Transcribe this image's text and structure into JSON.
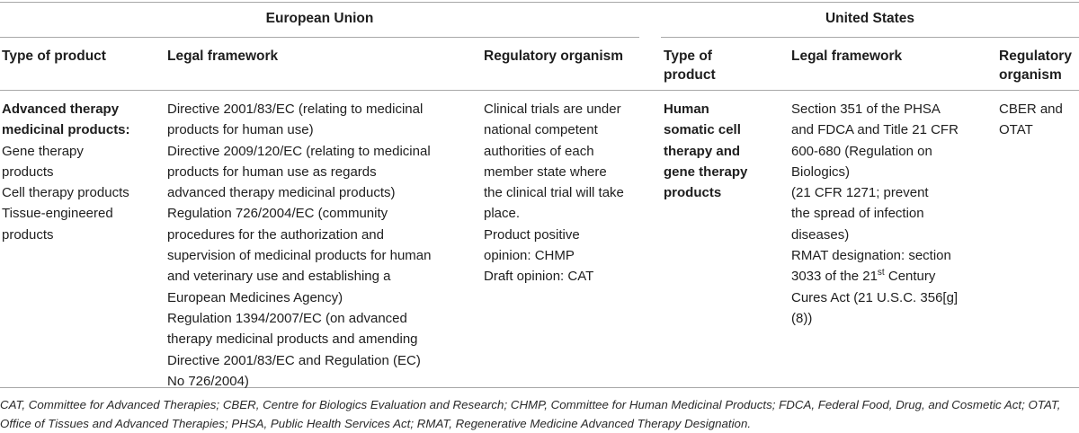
{
  "groups": {
    "eu": "European Union",
    "us": "United States"
  },
  "headers": {
    "eu_type": "Type of product",
    "eu_legal": "Legal framework",
    "eu_reg": "Regulatory organism",
    "us_type_1": "Type of",
    "us_type_2": "product",
    "us_legal": "Legal framework",
    "us_reg_1": "Regulatory",
    "us_reg_2": "organism"
  },
  "row": {
    "eu_type": {
      "bold_1": "Advanced therapy",
      "bold_2": "medicinal products:",
      "lines": [
        "Gene therapy",
        "products",
        "Cell therapy products",
        "Tissue-engineered",
        "products"
      ]
    },
    "eu_legal": [
      "Directive 2001/83/EC (relating to medicinal",
      "products for human use)",
      "Directive 2009/120/EC (relating to medicinal",
      "products for human use as regards",
      "advanced therapy medicinal products)",
      "Regulation 726/2004/EC (community",
      "procedures for the authorization and",
      "supervision of medicinal products for human",
      "and veterinary use and establishing a",
      "European Medicines Agency)",
      "Regulation 1394/2007/EC (on advanced",
      "therapy medicinal products and amending",
      "Directive 2001/83/EC and Regulation (EC)",
      "No 726/2004)"
    ],
    "eu_reg": [
      "Clinical trials are under",
      "national competent",
      "authorities of each",
      "member state where",
      "the clinical trial will take",
      "place.",
      "Product positive",
      "opinion: CHMP",
      "Draft opinion: CAT"
    ],
    "us_type": [
      "Human",
      "somatic cell",
      "therapy and",
      "gene therapy",
      "products"
    ],
    "us_legal": {
      "lines_before": [
        "Section 351 of the PHSA",
        "and FDCA and Title 21 CFR",
        "600-680 (Regulation on",
        "Biologics)",
        "(21 CFR 1271; prevent",
        "the spread of infection",
        "diseases)",
        "RMAT designation: section"
      ],
      "sup_pre": "3033 of the 21",
      "sup": "st",
      "sup_post": " Century",
      "lines_after": [
        "Cures Act (21 U.S.C. 356[g]",
        "(8))"
      ]
    },
    "us_reg": [
      "CBER and",
      "OTAT"
    ]
  },
  "footnote": "CAT, Committee for Advanced Therapies; CBER, Centre for Biologics Evaluation and Research; CHMP, Committee for Human Medicinal Products; FDCA, Federal Food, Drug, and Cosmetic Act; OTAT, Office of Tissues and Advanced Therapies; PHSA, Public Health Services Act; RMAT, Regenerative Medicine Advanced Therapy Designation."
}
